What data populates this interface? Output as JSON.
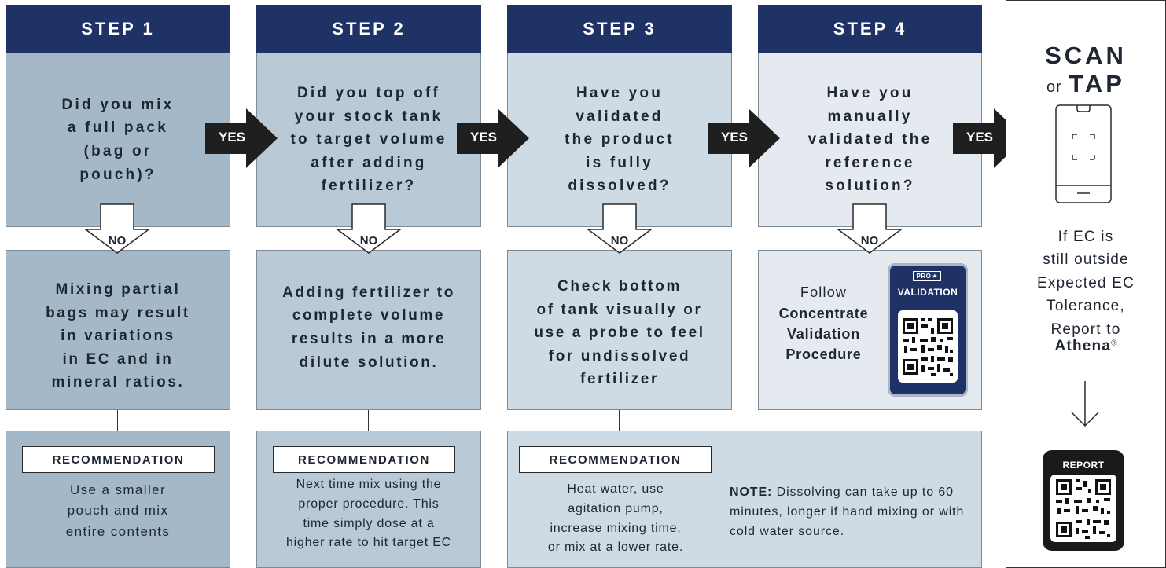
{
  "steps": [
    {
      "header": "STEP 1",
      "question": "Did you mix\na full pack\n(bag or\npouch)?",
      "no_label": "NO",
      "no_text": "Mixing partial\nbags may result\nin variations\nin EC and in\nmineral ratios.",
      "rec_label": "RECOMMENDATION",
      "rec_text": "Use a smaller\npouch and mix\nentire contents"
    },
    {
      "header": "STEP 2",
      "question": "Did you top off\nyour stock tank\nto target volume\nafter adding\nfertilizer?",
      "no_label": "NO",
      "no_text": "Adding fertilizer to\ncomplete volume\nresults in a more\ndilute solution.",
      "rec_label": "RECOMMENDATION",
      "rec_text": "Next time mix using the\nproper procedure. This\ntime simply dose at a\nhigher rate to hit target EC"
    },
    {
      "header": "STEP 3",
      "question": "Have you\nvalidated\nthe product\nis fully\ndissolved?",
      "no_label": "NO",
      "no_text": "Check bottom\nof tank visually or\nuse a probe to feel\nfor undissolved\nfertilizer",
      "rec_label": "RECOMMENDATION",
      "rec_text": "Heat water, use\nagitation pump,\nincrease mixing time,\nor mix at a lower rate.",
      "note_label": "NOTE:",
      "note_text": " Dissolving can take up to 60 minutes, longer if hand mixing or with cold water source."
    },
    {
      "header": "STEP 4",
      "question": "Have you\nmanually\nvalidated the\nreference\nsolution?",
      "no_label": "NO",
      "follow": "Follow",
      "procedure": "Concentrate\nValidation\nProcedure",
      "card_badge": "PRO",
      "card_title": "VALIDATION"
    }
  ],
  "yes_label": "YES",
  "sidebar": {
    "scan": "SCAN",
    "or": "or",
    "tap": "TAP",
    "message": "If EC is\nstill outside\nExpected EC\nTolerance,\nReport to",
    "brand": "Athena",
    "reg": "®",
    "report_title": "REPORT",
    "phone_icon": "phone-scan-icon",
    "arrow_icon": "arrow-down-icon"
  },
  "colors": {
    "header": "#1f3266",
    "step1": "#a4b8c8",
    "step2": "#b9c9d5",
    "step3": "#cfdbe4",
    "step4": "#e4eaef",
    "arrow": "#1f1f1f"
  }
}
